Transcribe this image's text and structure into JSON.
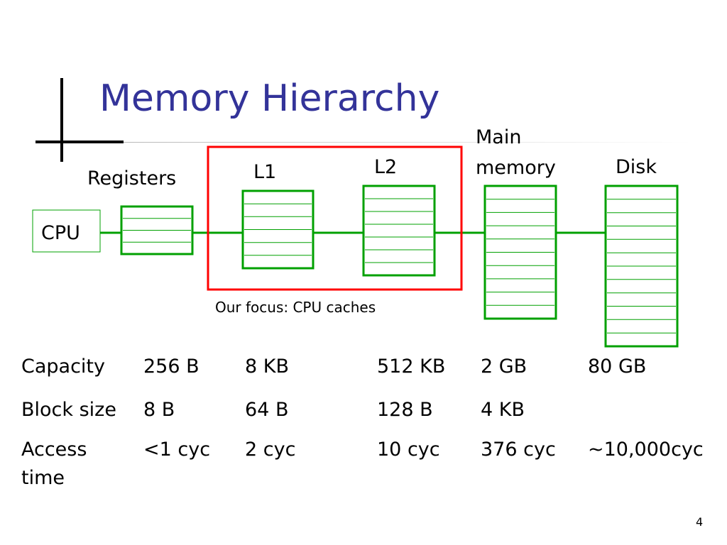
{
  "slide": {
    "title": "Memory Hierarchy",
    "title_color": "#333399",
    "page_number": "4"
  },
  "diagram": {
    "levels": [
      {
        "label": "CPU",
        "lines": 1,
        "rows": 0
      },
      {
        "label": "Registers",
        "lines": 1,
        "rows": 4
      },
      {
        "label": "L1",
        "lines": 1,
        "rows": 6
      },
      {
        "label": "L2",
        "lines": 1,
        "rows": 7
      },
      {
        "label": "Main memory",
        "lines": 2,
        "line1": "Main",
        "line2": "memory",
        "rows": 10
      },
      {
        "label": "Disk",
        "lines": 1,
        "rows": 12
      }
    ],
    "focus_caption": "Our focus: CPU caches",
    "colors": {
      "boxes": "#00a000",
      "focus_border": "#ff0000",
      "text": "#000000"
    }
  },
  "table": {
    "rows": [
      {
        "label": "Capacity",
        "values": [
          "256 B",
          "8 KB",
          "512 KB",
          "2 GB",
          "80 GB"
        ]
      },
      {
        "label": "Block size",
        "values": [
          "8 B",
          "64 B",
          "128 B",
          "4 KB",
          ""
        ]
      },
      {
        "label": "Access time",
        "values": [
          "<1 cyc",
          "2 cyc",
          "10 cyc",
          "376 cyc",
          "~10,000cyc"
        ]
      }
    ]
  }
}
